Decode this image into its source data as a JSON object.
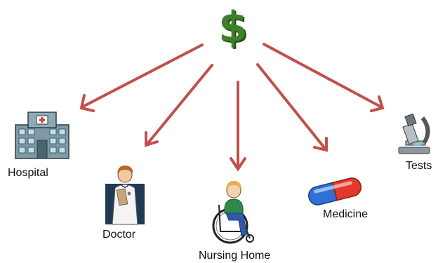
{
  "center": {
    "symbol": "$",
    "icon": "dollar-icon",
    "color": "#3f7f2a"
  },
  "arrow_color": "#c0504d",
  "nodes": [
    {
      "label": "Hospital",
      "icon": "hospital-icon"
    },
    {
      "label": "Doctor",
      "icon": "doctor-icon"
    },
    {
      "label": "Nursing Home",
      "icon": "wheelchair-icon"
    },
    {
      "label": "Medicine",
      "icon": "pill-icon"
    },
    {
      "label": "Tests",
      "icon": "microscope-icon"
    }
  ]
}
